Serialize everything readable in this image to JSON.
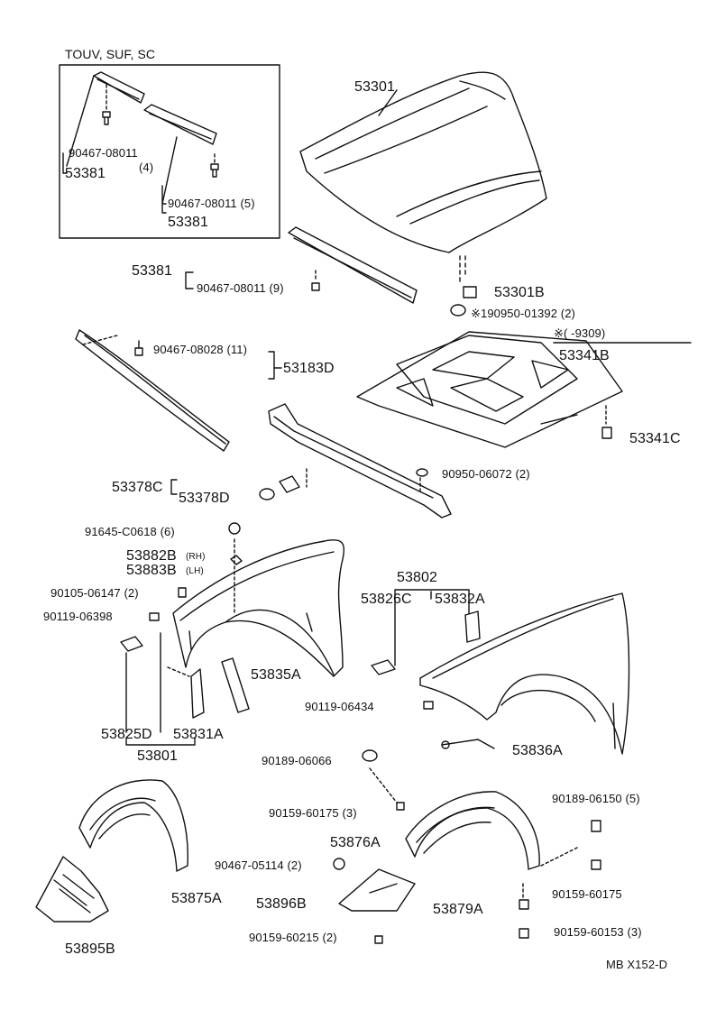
{
  "diagram": {
    "title": "TOUV, SUF, SC",
    "footer_code": "MB  X152-D",
    "note_mark": "※(      -9309)",
    "labels": {
      "p53301": "53301",
      "p53381_a": "53381",
      "p90467_08011_4": "90467-08011",
      "qty_4": "(4)",
      "p90467_08011_5": "90467-08011 (5)",
      "p53381_b": "53381",
      "p53381_c": "53381",
      "p90467_08011_9": "90467-08011 (9)",
      "p53301B": "53301B",
      "p190950": "※190950-01392 (2)",
      "p53341B": "53341B",
      "p90467_08028": "90467-08028 (11)",
      "p53183D": "53183D",
      "p53341C": "53341C",
      "p90950_06072": "90950-06072 (2)",
      "p53378C": "53378C",
      "p53378D": "53378D",
      "p91645": "91645-C0618 (6)",
      "p53882B": "53882B",
      "rh": "(RH)",
      "p53883B": "53883B",
      "lh": "(LH)",
      "p53802": "53802",
      "p53826C": "53826C",
      "p53832A": "53832A",
      "p90105": "90105-06147 (2)",
      "p90119_06398": "90119-06398",
      "p53835A": "53835A",
      "p90119_06434": "90119-06434",
      "p53825D": "53825D",
      "p53831A": "53831A",
      "p53801": "53801",
      "p53836A": "53836A",
      "p90189_06066": "90189-06066",
      "p90159_60175_3": "90159-60175 (3)",
      "p90189_06150": "90189-06150 (5)",
      "p53876A": "53876A",
      "p90467_05114": "90467-05114 (2)",
      "p90159_60175": "90159-60175",
      "p53896B": "53896B",
      "p53879A": "53879A",
      "p53875A": "53875A",
      "p90159_60215": "90159-60215 (2)",
      "p90159_60153": "90159-60153 (3)",
      "p53895B": "53895B"
    }
  }
}
